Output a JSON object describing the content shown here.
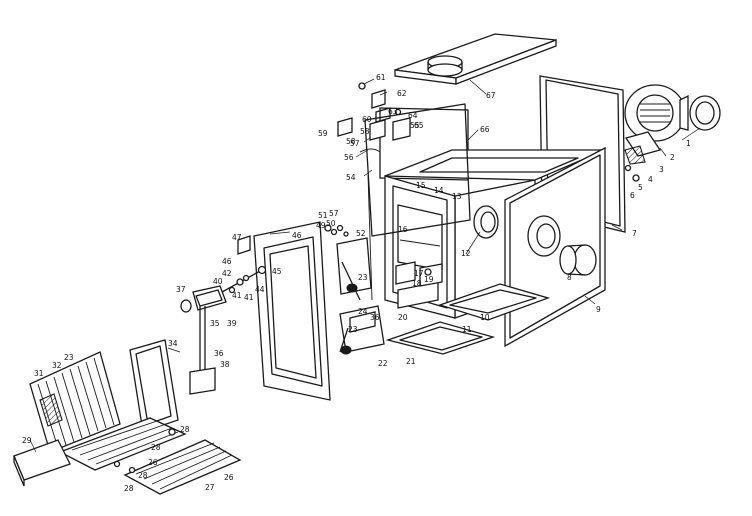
{
  "diagram": {
    "type": "exploded parts diagram",
    "callouts": [
      {
        "id": "c1",
        "label": "1"
      },
      {
        "id": "c2",
        "label": "2"
      },
      {
        "id": "c3",
        "label": "3"
      },
      {
        "id": "c4",
        "label": "4"
      },
      {
        "id": "c5",
        "label": "5"
      },
      {
        "id": "c6",
        "label": "6"
      },
      {
        "id": "c7",
        "label": "7"
      },
      {
        "id": "c8",
        "label": "8"
      },
      {
        "id": "c9",
        "label": "9"
      },
      {
        "id": "c10",
        "label": "10"
      },
      {
        "id": "c11",
        "label": "11"
      },
      {
        "id": "c12",
        "label": "12"
      },
      {
        "id": "c13",
        "label": "13"
      },
      {
        "id": "c14",
        "label": "14"
      },
      {
        "id": "c15",
        "label": "15"
      },
      {
        "id": "c16",
        "label": "16"
      },
      {
        "id": "c17",
        "label": "17"
      },
      {
        "id": "c18",
        "label": "18"
      },
      {
        "id": "c19",
        "label": "19"
      },
      {
        "id": "c20",
        "label": "20"
      },
      {
        "id": "c21",
        "label": "21"
      },
      {
        "id": "c22",
        "label": "22"
      },
      {
        "id": "c23a",
        "label": "23"
      },
      {
        "id": "c23b",
        "label": "23"
      },
      {
        "id": "c23c",
        "label": "23"
      },
      {
        "id": "c24",
        "label": "24"
      },
      {
        "id": "c26a",
        "label": "26"
      },
      {
        "id": "c26b",
        "label": "26"
      },
      {
        "id": "c27",
        "label": "27"
      },
      {
        "id": "c28a",
        "label": "28"
      },
      {
        "id": "c28b",
        "label": "28"
      },
      {
        "id": "c28c",
        "label": "28"
      },
      {
        "id": "c28d",
        "label": "28"
      },
      {
        "id": "c29",
        "label": "29"
      },
      {
        "id": "c31",
        "label": "31"
      },
      {
        "id": "c32",
        "label": "32"
      },
      {
        "id": "c34",
        "label": "34"
      },
      {
        "id": "c35",
        "label": "35"
      },
      {
        "id": "c36a",
        "label": "36"
      },
      {
        "id": "c36b",
        "label": "36"
      },
      {
        "id": "c37",
        "label": "37"
      },
      {
        "id": "c38",
        "label": "38"
      },
      {
        "id": "c39",
        "label": "39"
      },
      {
        "id": "c40",
        "label": "40"
      },
      {
        "id": "c41a",
        "label": "41"
      },
      {
        "id": "c41b",
        "label": "41"
      },
      {
        "id": "c42",
        "label": "42"
      },
      {
        "id": "c44",
        "label": "44"
      },
      {
        "id": "c45",
        "label": "45"
      },
      {
        "id": "c46a",
        "label": "46"
      },
      {
        "id": "c46b",
        "label": "46"
      },
      {
        "id": "c47",
        "label": "47"
      },
      {
        "id": "c49",
        "label": "49"
      },
      {
        "id": "c50",
        "label": "50"
      },
      {
        "id": "c51",
        "label": "51"
      },
      {
        "id": "c52",
        "label": "52"
      },
      {
        "id": "c54",
        "label": "54"
      },
      {
        "id": "c55",
        "label": "55"
      },
      {
        "id": "c56",
        "label": "56"
      },
      {
        "id": "c57a",
        "label": "57"
      },
      {
        "id": "c57b",
        "label": "57"
      },
      {
        "id": "c58a",
        "label": "58"
      },
      {
        "id": "c58b",
        "label": "58"
      },
      {
        "id": "c59",
        "label": "59"
      },
      {
        "id": "c60",
        "label": "60"
      },
      {
        "id": "c61",
        "label": "61"
      },
      {
        "id": "c62",
        "label": "62"
      },
      {
        "id": "c63",
        "label": "63"
      },
      {
        "id": "c64",
        "label": "64"
      },
      {
        "id": "c65",
        "label": "65"
      },
      {
        "id": "c66",
        "label": "66"
      },
      {
        "id": "c67",
        "label": "67"
      }
    ]
  }
}
